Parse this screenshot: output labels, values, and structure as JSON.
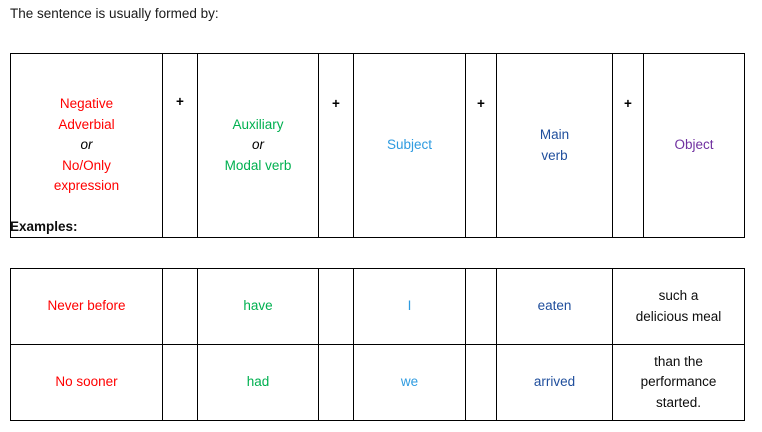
{
  "intro": {
    "text": "The sentence is usually formed by:"
  },
  "examples_heading": {
    "text": "Examples:"
  },
  "colors": {
    "negative": "#FF0000",
    "auxiliary": "#00B050",
    "subject": "#2E9BE0",
    "main_verb": "#1F4E9C",
    "object": "#7030A0",
    "plus": "#000000",
    "border": "#000000",
    "text": "#0d0d0d"
  },
  "formula_table": {
    "plus_symbol": "+",
    "cells": {
      "negative_line1": "Negative",
      "negative_line2": "Adverbial",
      "negative_or": "or",
      "negative_line3": "No/Only",
      "negative_line4": "expression",
      "auxiliary_line1": "Auxiliary",
      "auxiliary_or": "or",
      "auxiliary_line2": "Modal verb",
      "subject": "Subject",
      "main_verb_line1": "Main",
      "main_verb_line2": "verb",
      "object": "Object"
    }
  },
  "examples_table": {
    "rows": [
      {
        "negative": "Never before",
        "plus1": "",
        "auxiliary": "have",
        "plus2": "",
        "subject": "I",
        "plus3": "",
        "main_verb": "eaten",
        "plus4": "",
        "object_line1": "such a",
        "object_line2": "delicious meal",
        "object_line3": ""
      },
      {
        "negative": "No sooner",
        "plus1": "",
        "auxiliary": "had",
        "plus2": "",
        "subject": "we",
        "plus3": "",
        "main_verb": "arrived",
        "plus4": "",
        "object_line1": "than the",
        "object_line2": "performance",
        "object_line3": "started."
      }
    ]
  }
}
